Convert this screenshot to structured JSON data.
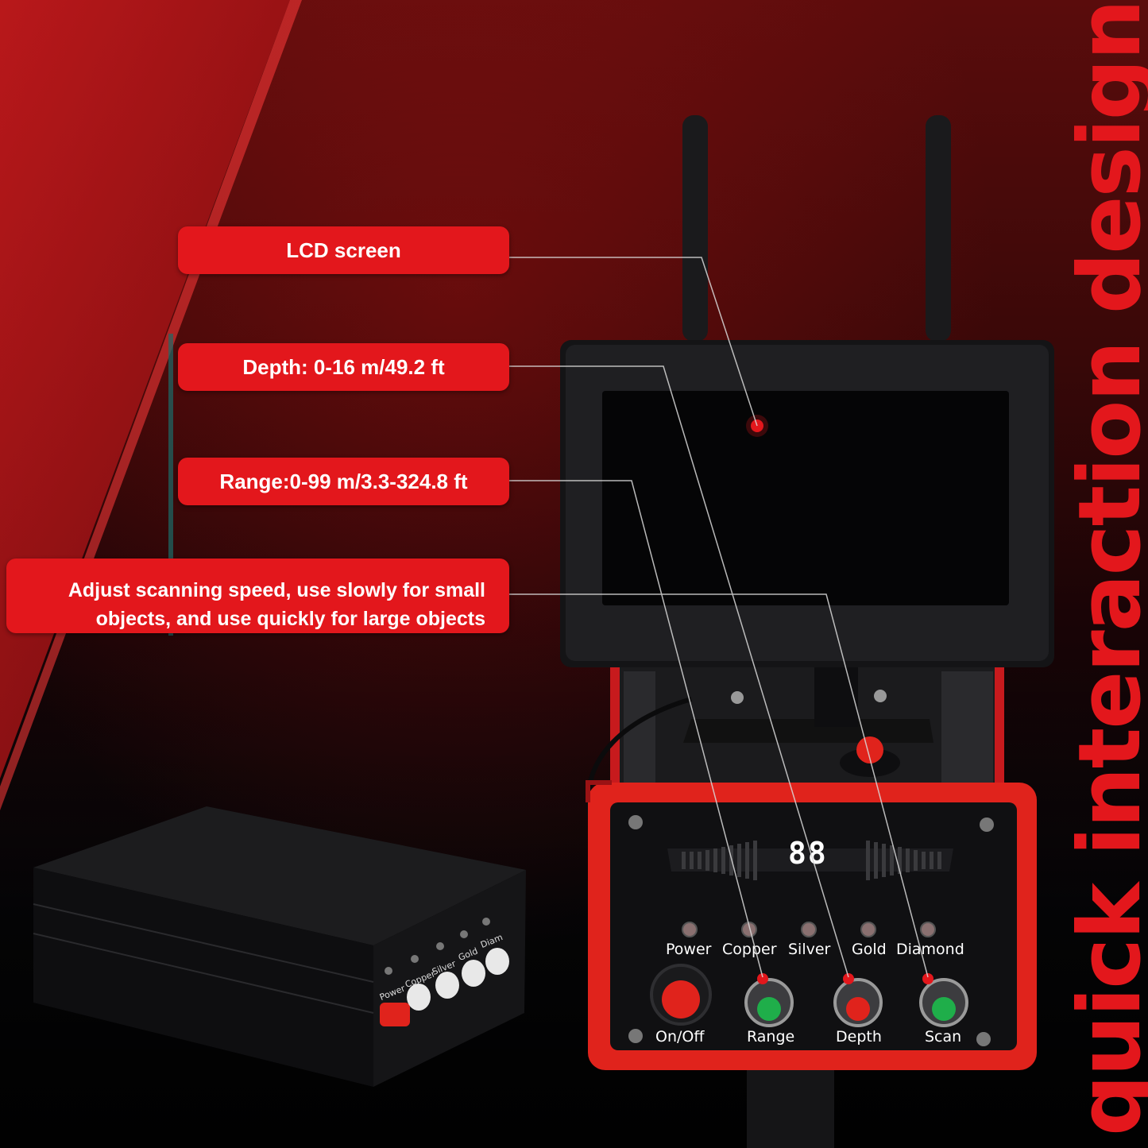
{
  "title": "quick interaction design",
  "callouts": {
    "lcd": "LCD screen",
    "depth": "Depth: 0-16 m/49.2 ft",
    "range": "Range:0-99 m/3.3-324.8 ft",
    "speed_line1": "Adjust scanning speed, use slowly for small",
    "speed_line2": "objects, and use quickly for large objects"
  },
  "panel": {
    "display": "88",
    "indicators": [
      "Power",
      "Copper",
      "Silver",
      "Gold",
      "Diamond"
    ],
    "buttons": [
      "On/Off",
      "Range",
      "Depth",
      "Scan"
    ]
  },
  "receiver": {
    "indicators": [
      "Power",
      "Copper",
      "Silver",
      "Gold",
      "Diam"
    ]
  },
  "colors": {
    "accent": "#e3171c",
    "green_button": "#1fae4a",
    "red_button": "#e0231c"
  }
}
